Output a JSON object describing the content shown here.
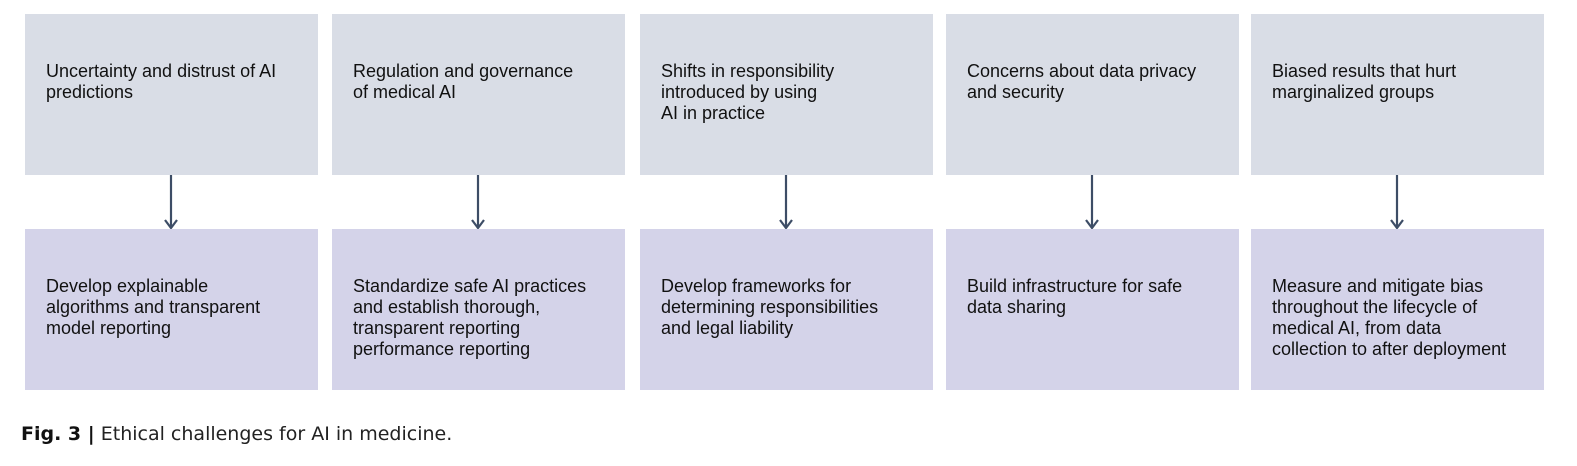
{
  "columns": [
    {
      "challenge": [
        "Uncertainty and distrust of AI",
        "predictions"
      ],
      "solution": [
        "Develop explainable",
        "algorithms and transparent",
        "model reporting"
      ]
    },
    {
      "challenge": [
        "Regulation and governance",
        "of medical AI"
      ],
      "solution": [
        "Standardize safe AI practices",
        "and establish thorough,",
        "transparent reporting",
        "performance reporting"
      ]
    },
    {
      "challenge": [
        "Shifts in responsibility",
        "introduced by using",
        "AI in practice"
      ],
      "solution": [
        "Develop frameworks for",
        "determining responsibilities",
        "and legal liability"
      ]
    },
    {
      "challenge": [
        "Concerns about data privacy",
        "and security"
      ],
      "solution": [
        "Build infrastructure for safe",
        "data sharing"
      ]
    },
    {
      "challenge": [
        "Biased results that hurt",
        "marginalized groups"
      ],
      "solution": [
        "Measure and mitigate bias",
        "throughout the lifecycle of",
        "medical AI, from data",
        "collection to after deployment"
      ]
    }
  ],
  "caption": {
    "label": "Fig. 3 |",
    "text": "Ethical challenges for AI in medicine."
  },
  "colors": {
    "challenge_box": "#d9dde6",
    "solution_box": "#d4d3e9",
    "arrow": "#3d4d66"
  }
}
